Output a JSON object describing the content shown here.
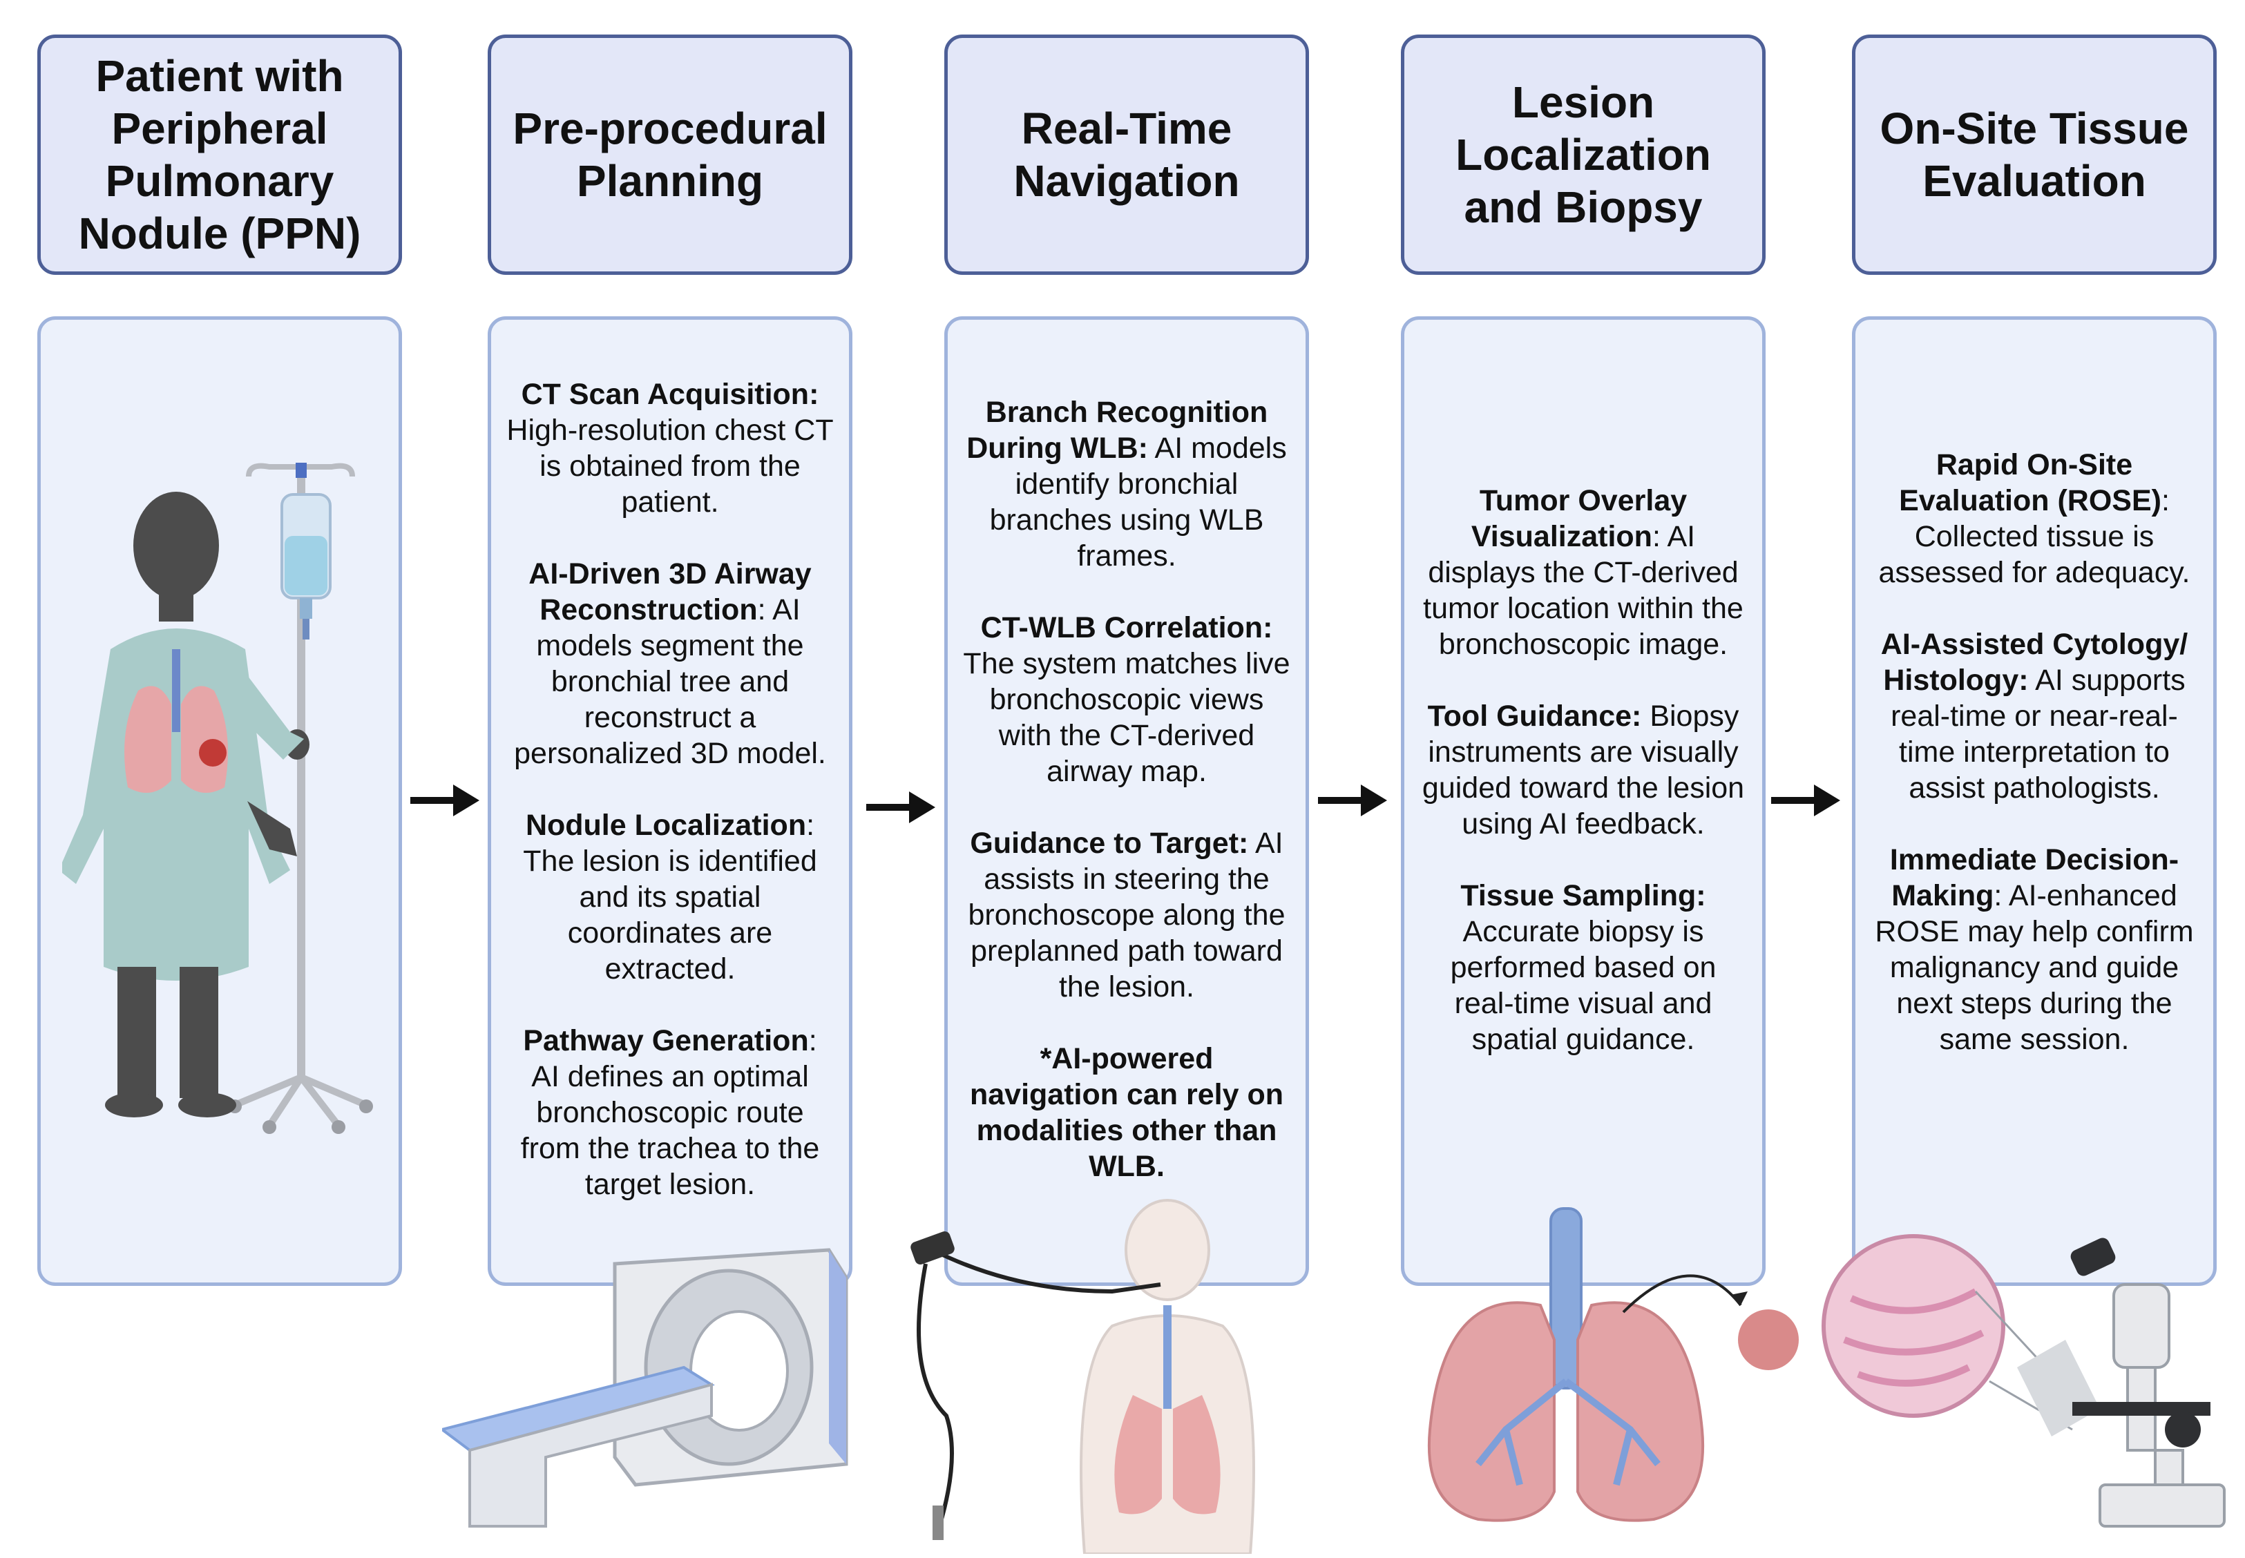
{
  "steps": [
    {
      "title_lines": [
        "Patient with",
        "Peripheral",
        "Pulmonary",
        "Nodule (PPN)"
      ],
      "sections": []
    },
    {
      "title_lines": [
        "Pre-procedural",
        "Planning"
      ],
      "sections": [
        {
          "lead": "CT Scan Acquisition:",
          "lead_sep": "",
          "body": "High-resolution chest CT is obtained from the patient."
        },
        {
          "lead": "AI-Driven 3D Airway Reconstruction",
          "lead_sep": ":",
          "body": "AI models segment the bronchial tree and reconstruct a personalized 3D model."
        },
        {
          "lead": "Nodule Localization",
          "lead_sep": ":",
          "body": "The lesion is identified and its spatial coordinates are extracted."
        },
        {
          "lead": "Pathway Generation",
          "lead_sep": ":",
          "body": "AI defines an optimal bronchoscopic route from the trachea to the target lesion."
        }
      ]
    },
    {
      "title_lines": [
        "Real-Time",
        "Navigation"
      ],
      "sections": [
        {
          "lead": "Branch Recognition During WLB:",
          "lead_sep": "",
          "body": "AI models identify bronchial branches using WLB frames."
        },
        {
          "lead": "CT-WLB Correlation:",
          "lead_sep": "",
          "body": "The system matches live bronchoscopic views with the CT-derived airway map."
        },
        {
          "lead": "Guidance to Target:",
          "lead_sep": "",
          "body": "AI assists in steering the bronchoscope along the preplanned path toward the lesion."
        }
      ],
      "note": "*AI-powered navigation can rely on modalities other than WLB."
    },
    {
      "title_lines": [
        "Lesion",
        "Localization",
        "and Biopsy"
      ],
      "sections": [
        {
          "lead": "Tumor Overlay Visualization",
          "lead_sep": ":",
          "body": "AI displays the CT-derived tumor location within the bronchoscopic image."
        },
        {
          "lead": "Tool Guidance:",
          "lead_sep": "",
          "body": "Biopsy instruments are visually guided toward the lesion using AI feedback."
        },
        {
          "lead": "Tissue Sampling:",
          "lead_sep": "",
          "body": "Accurate biopsy is performed based on real-time visual and spatial guidance."
        }
      ]
    },
    {
      "title_lines": [
        "On-Site Tissue",
        "Evaluation"
      ],
      "sections": [
        {
          "lead": "Rapid On-Site Evaluation (ROSE)",
          "lead_sep": ":",
          "body": "Collected tissue is assessed for adequacy."
        },
        {
          "lead": "AI-Assisted Cytology/ Histology:",
          "lead_sep": "",
          "body": "AI supports real-time or near-real-time interpretation to assist pathologists."
        },
        {
          "lead": "Immediate Decision-Making",
          "lead_sep": ":",
          "body": "AI-enhanced ROSE may help confirm malignancy and guide next steps during the same session."
        }
      ]
    }
  ],
  "icons": [
    "patient-iv-icon",
    "ct-scanner-icon",
    "bronchoscope-icon",
    "lungs-biopsy-icon",
    "microscope-icon"
  ],
  "colors": {
    "header_fill": "#e3e7f8",
    "header_border": "#4d5f97",
    "content_fill": "#ecf1fb",
    "content_border": "#9fb3dc"
  }
}
